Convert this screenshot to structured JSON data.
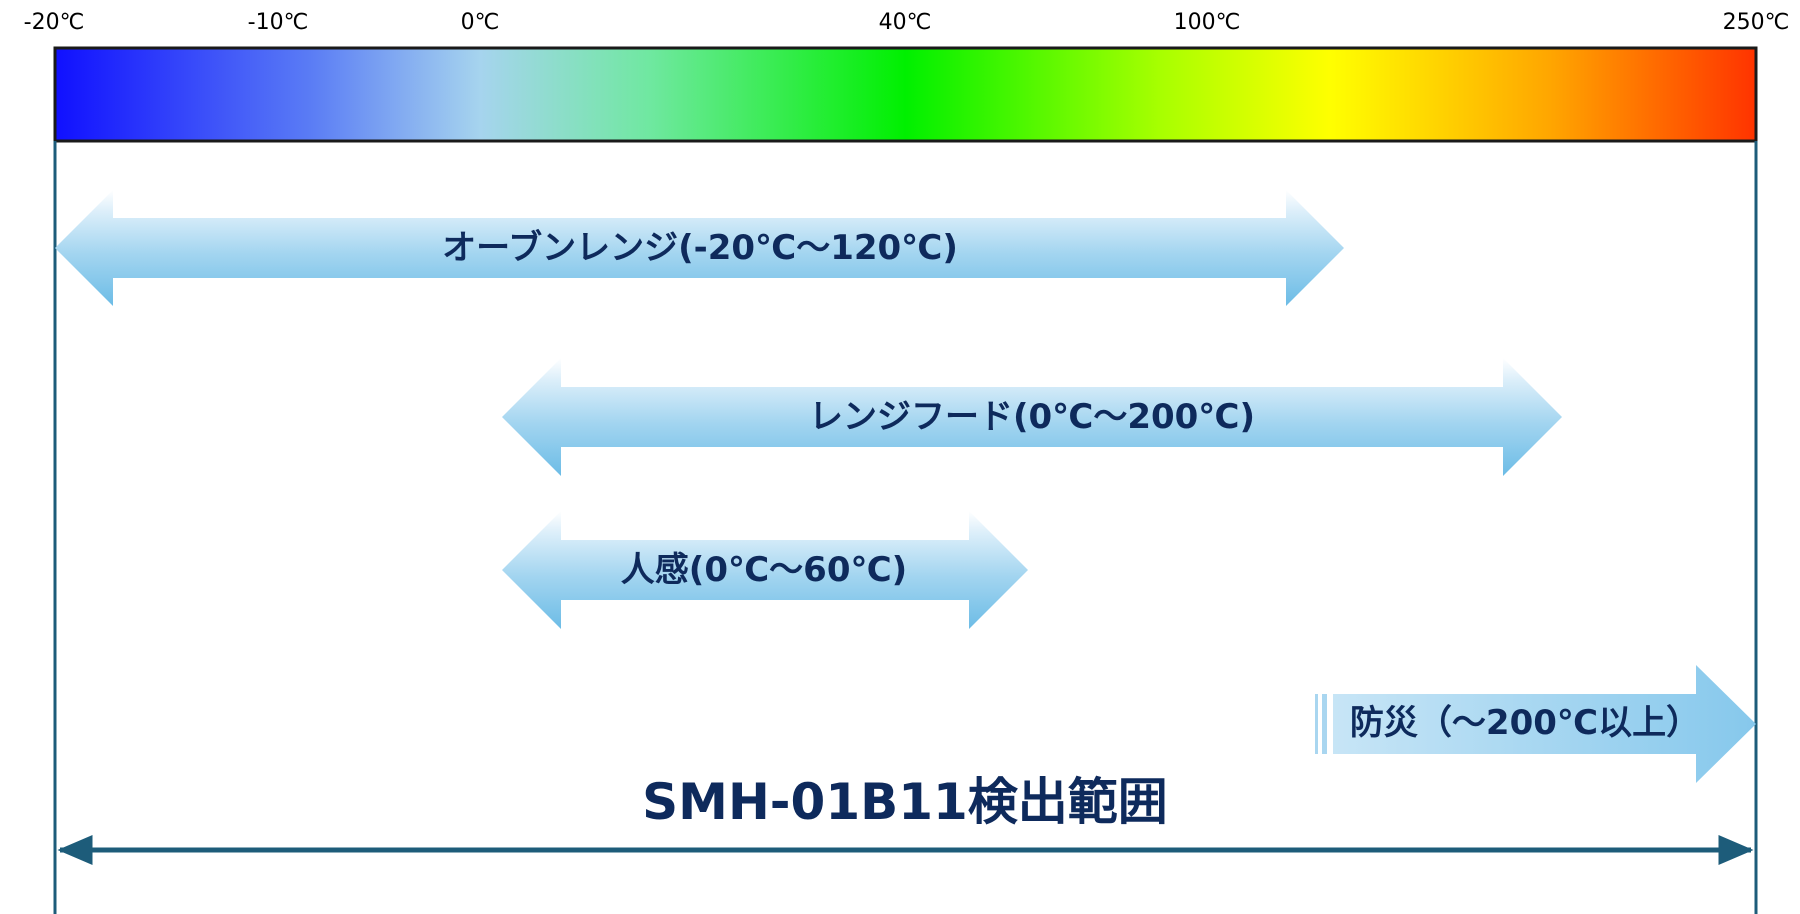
{
  "scale": {
    "ticks": [
      {
        "label": "-20℃",
        "value": -20
      },
      {
        "label": "-10℃",
        "value": -10
      },
      {
        "label": "0℃",
        "value": 0
      },
      {
        "label": "40℃",
        "value": 40
      },
      {
        "label": "100℃",
        "value": 100
      },
      {
        "label": "250℃",
        "value": 250
      }
    ],
    "gradient_colors": [
      "#1010ff",
      "#5a7cf5",
      "#a6d4ee",
      "#6fe8a0",
      "#00f000",
      "#a8ff00",
      "#ffff00",
      "#ffa500",
      "#ff3300"
    ]
  },
  "ranges": [
    {
      "label": "オーブンレンジ(-20℃～120℃)",
      "type": "double",
      "color": "#7cc4ea"
    },
    {
      "label": "レンジフード(0℃～200℃)",
      "type": "double",
      "color": "#7cc4ea"
    },
    {
      "label": "人感(0℃～60℃)",
      "type": "double",
      "color": "#7cc4ea"
    },
    {
      "label": "防災（～200℃以上）",
      "type": "single-right",
      "color": "#7cc4ea"
    }
  ],
  "detection_range": {
    "title": "SMH-01B11検出範囲",
    "color": "#1d5c7a"
  }
}
